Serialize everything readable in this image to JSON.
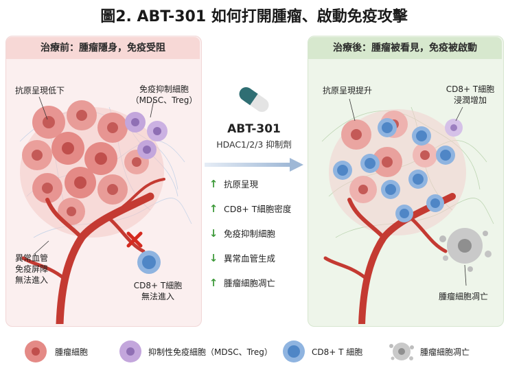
{
  "title": "圖2. ABT-301 如何打開腫瘤、啟動免疫攻擊",
  "left_panel": {
    "header": "治療前：腫瘤隱身，免疫受阻",
    "label_antigen": "抗原呈現低下",
    "label_suppressor_1": "免疫抑制細胞",
    "label_suppressor_2": "（MDSC、Treg）",
    "label_vessel_1": "異常血管",
    "label_vessel_2": "免疫屏障",
    "label_vessel_3": "無法進入",
    "label_tcell_1": "CD8+ T細胞",
    "label_tcell_2": "無法進入"
  },
  "right_panel": {
    "header": "治療後：腫瘤被看見，免疫被啟動",
    "label_antigen": "抗原呈現提升",
    "label_tcell_1": "CD8+ T細胞",
    "label_tcell_2": "浸潤增加",
    "label_death": "腫瘤細胞凋亡"
  },
  "drug": {
    "name": "ABT-301",
    "subtitle": "HDAC1/2/3 抑制劑",
    "effects": [
      {
        "label": "抗原呈現",
        "direction": "up"
      },
      {
        "label": "CD8+ T細胞密度",
        "direction": "up"
      },
      {
        "label": "免疫抑制細胞",
        "direction": "down"
      },
      {
        "label": "異常血管生成",
        "direction": "down"
      },
      {
        "label": "腫瘤細胞凋亡",
        "direction": "up"
      }
    ]
  },
  "legend": {
    "tumor": "腫瘤細胞",
    "suppressor": "抑制性免疫細胞（MDSC、Treg）",
    "tcell": "CD8+ T 細胞",
    "apoptosis": "腫瘤細胞凋亡"
  },
  "colors": {
    "tumor": "#e48a86",
    "tumor_core": "#c45a57",
    "suppressor": "#c3a6dc",
    "tcell": "#4f86c6",
    "vessel": "#c43a32",
    "arrow_green": "#3e9a3a",
    "capsule_teal": "#2f6e73"
  }
}
